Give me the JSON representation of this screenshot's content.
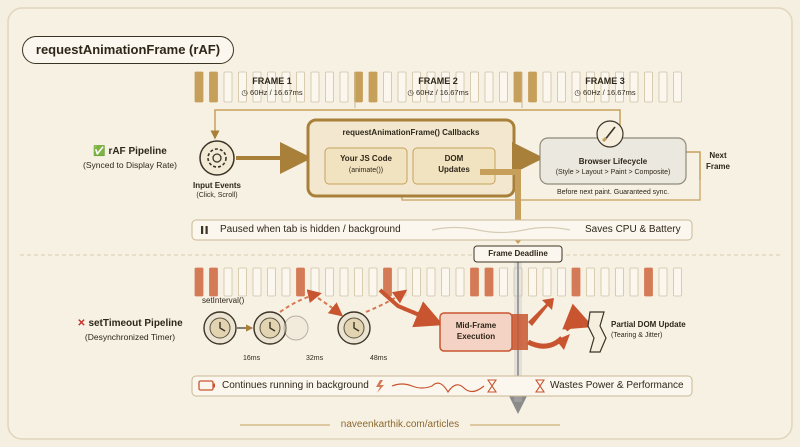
{
  "title": "requestAnimationFrame (rAF)",
  "frames": [
    {
      "label": "FRAME 1",
      "rate": "60Hz / 16.67ms"
    },
    {
      "label": "FRAME 2",
      "rate": "60Hz / 16.67ms"
    },
    {
      "label": "FRAME 3",
      "rate": "60Hz / 16.67ms"
    }
  ],
  "raf": {
    "check_glyph": "✅",
    "title": "rAF Pipeline",
    "subtitle": "(Synced to Display Rate)",
    "input_label": "Input Events",
    "input_sub": "(Click, Scroll)",
    "callbacks_title": "requestAnimationFrame() Callbacks",
    "js_code": "Your JS Code",
    "js_sub": "(animate())",
    "dom_line1": "DOM",
    "dom_line2": "Updates",
    "browser_title": "Browser Lifecycle",
    "browser_sub": "(Style > Layout > Paint > Composite)",
    "browser_note": "Before next paint. Guaranteed sync.",
    "next_frame_1": "Next",
    "next_frame_2": "Frame",
    "paused_text": "Paused when tab is hidden / background",
    "saves_text": "Saves CPU & Battery"
  },
  "deadline": "Frame Deadline",
  "timeout": {
    "cross_glyph": "✕",
    "title": "setTimeout Pipeline",
    "subtitle": "(Desynchronized Timer)",
    "interval_label": "setInterval()",
    "t16": "16ms",
    "t32": "32ms",
    "t48": "48ms",
    "mid_line1": "Mid-Frame",
    "mid_line2": "Execution",
    "partial_title": "Partial DOM Update",
    "partial_sub": "(Tearing & Jitter)",
    "continues_text": "Continues running in background",
    "wastes_text": "Wastes Power & Performance"
  },
  "footer": "naveenkarthik.com/articles",
  "colors": {
    "background": "#f5efe2",
    "gold": "#c6a05a",
    "gold_dark": "#8c6a2e",
    "red": "#c8552f",
    "red_fill": "#f4d3c4",
    "ink": "#2e2619"
  }
}
